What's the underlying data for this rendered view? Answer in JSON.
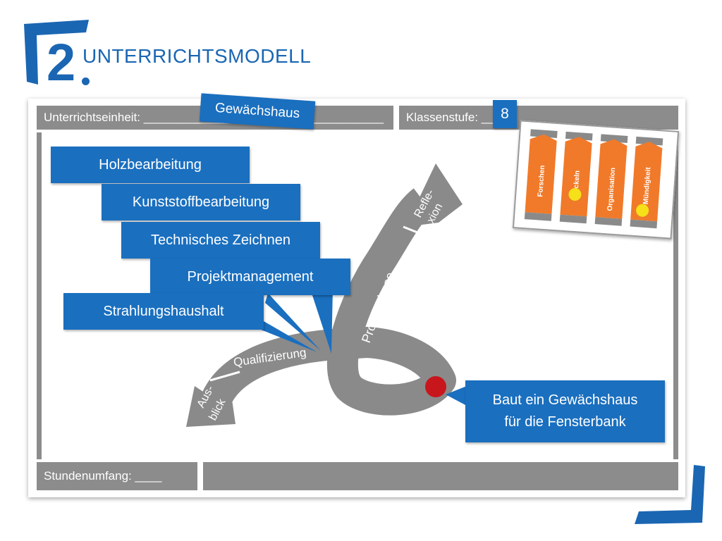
{
  "header": {
    "number": "2",
    "title": "UNTERRICHTSMODELL"
  },
  "form": {
    "unit_label": "Unterrichtseinheit: ____________________________________",
    "unit_value": "Gewächshaus",
    "grade_label": "Klassenstufe: __",
    "grade_value": "8",
    "hours_label": "Stundenumfang: ____"
  },
  "topics": [
    "Holzbearbeitung",
    "Kunststoffbearbeitung",
    "Technisches Zeichnen",
    "Projektmanagement",
    "Strahlungshaushalt"
  ],
  "path": {
    "ausblick": [
      "Aus-",
      "blick"
    ],
    "qualifizierung": "Qualifizierung",
    "projektphase": "Projektphase",
    "reflexion": [
      "Refle-",
      "xion"
    ]
  },
  "goal": {
    "line1": "Baut ein Gewächshaus",
    "line2": "für die Fensterbank"
  },
  "pillars": [
    {
      "label": "Forschen",
      "marker": false
    },
    {
      "label": "wickeln",
      "marker": true
    },
    {
      "label": "Organisation",
      "marker": false
    },
    {
      "label": "Mündigkeit",
      "marker": true
    }
  ],
  "colors": {
    "accent": "#1a6fbf",
    "bar": "#8c8c8c",
    "path": "#8a8a8a",
    "pillar": "#f07a2a",
    "marker": "#f5e01a",
    "goal_marker": "#c8161d"
  }
}
